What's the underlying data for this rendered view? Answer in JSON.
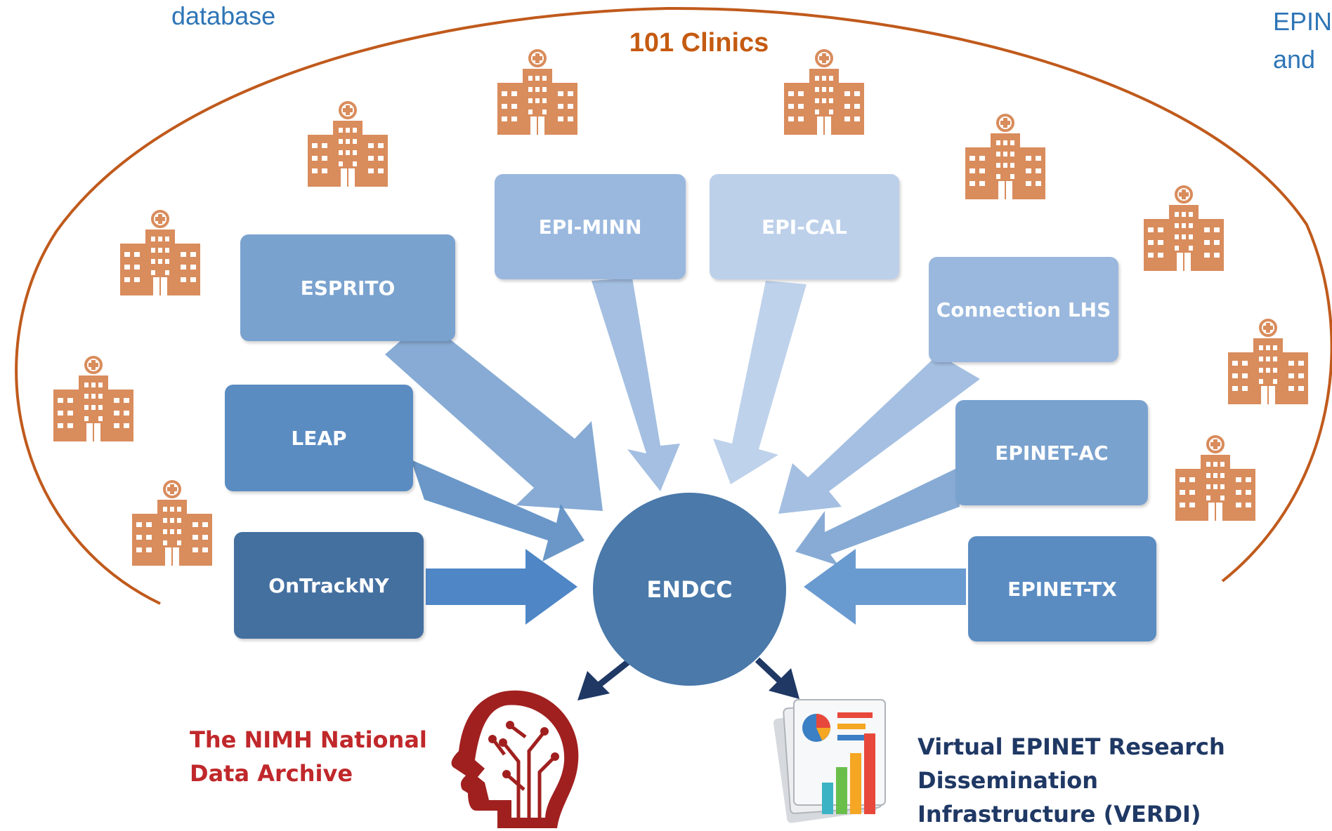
{
  "edge_text": {
    "top_left": "database",
    "top_right_line1": "EPIN",
    "top_right_line2": "and"
  },
  "clinics_title": "101 Clinics",
  "programs": [
    {
      "id": "espritto",
      "label": "ESPRITO",
      "color": "#7aa2cf"
    },
    {
      "id": "epi-minn",
      "label": "EPI-MINN",
      "color": "#9ab8de"
    },
    {
      "id": "epi-cal",
      "label": "EPI-CAL",
      "color": "#bcd0ea"
    },
    {
      "id": "connection-lhs",
      "label": "Connection LHS",
      "color": "#9ab8de"
    },
    {
      "id": "leap",
      "label": "LEAP",
      "color": "#5a8cc2"
    },
    {
      "id": "epinet-ac",
      "label": "EPINET-AC",
      "color": "#7aa2cf"
    },
    {
      "id": "ontrackny",
      "label": "OnTrackNY",
      "color": "#4470a0"
    },
    {
      "id": "epinet-tx",
      "label": "EPINET-TX",
      "color": "#5a8cc2"
    }
  ],
  "hub": {
    "label": "ENDCC",
    "color": "#4a79aa"
  },
  "outputs": {
    "nda": {
      "line1": "The NIMH National",
      "line2": "Data Archive"
    },
    "verdi": {
      "line1": "Virtual EPINET Research",
      "line2": "Dissemination",
      "line3": "Infrastructure (VERDI)"
    }
  },
  "colors": {
    "ellipse": "#c05a1c",
    "clinic_icon": "#d98c5c",
    "output_arrow": "#1f3864",
    "nda_brand": "#a0201f"
  },
  "icons": [
    "hospital-icon",
    "brain-circuit-icon",
    "report-charts-icon"
  ]
}
